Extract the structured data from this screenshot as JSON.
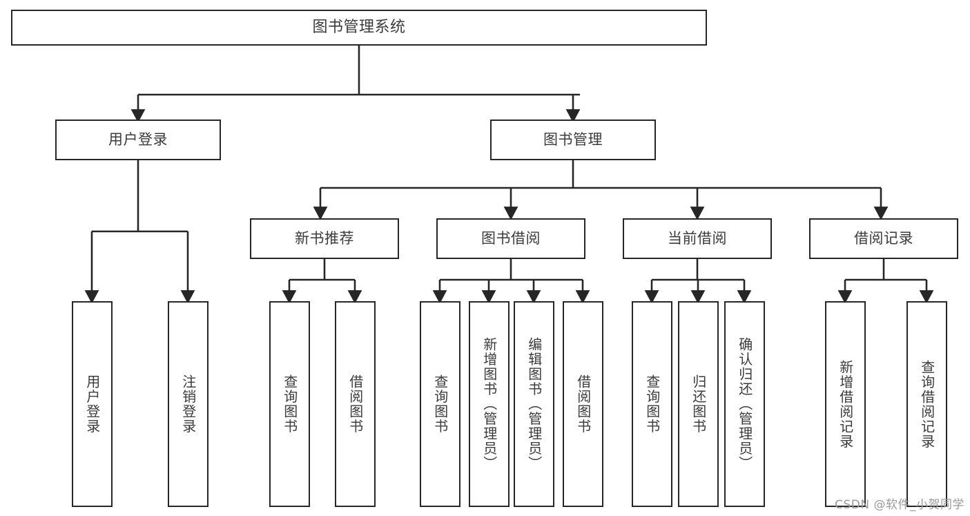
{
  "diagram": {
    "title": "图书管理系统",
    "watermark": "CSDN @软件_小贺同学",
    "colors": {
      "background": "#ffffff",
      "box_border": "#262626",
      "box_fill": "#ffffff",
      "text": "#3b3b3b",
      "connector": "#262626",
      "watermark": "#9a9a9a"
    },
    "root": {
      "label": "图书管理系统"
    },
    "level2": [
      {
        "id": "user-login",
        "label": "用户登录"
      },
      {
        "id": "book-manage",
        "label": "图书管理"
      }
    ],
    "level3": [
      {
        "id": "new-book-recommend",
        "label": "新书推荐"
      },
      {
        "id": "book-borrow",
        "label": "图书借阅"
      },
      {
        "id": "current-borrow",
        "label": "当前借阅"
      },
      {
        "id": "borrow-record",
        "label": "借阅记录"
      }
    ],
    "leaves": {
      "user_login": [
        {
          "id": "leaf-user-login",
          "label": "用户登录"
        },
        {
          "id": "leaf-logout-login",
          "label": "注销登录"
        }
      ],
      "new_book_recommend": [
        {
          "id": "leaf-query-book-1",
          "label": "查询图书"
        },
        {
          "id": "leaf-borrow-book-1",
          "label": "借阅图书"
        }
      ],
      "book_borrow": [
        {
          "id": "leaf-query-book-2",
          "label": "查询图书"
        },
        {
          "id": "leaf-add-book",
          "label": "新增图书（管理员）"
        },
        {
          "id": "leaf-edit-book",
          "label": "编辑图书（管理员）"
        },
        {
          "id": "leaf-borrow-book-2",
          "label": "借阅图书"
        }
      ],
      "current_borrow": [
        {
          "id": "leaf-query-book-3",
          "label": "查询图书"
        },
        {
          "id": "leaf-return-book",
          "label": "归还图书"
        },
        {
          "id": "leaf-confirm-return",
          "label": "确认归还（管理员）"
        }
      ],
      "borrow_record": [
        {
          "id": "leaf-add-record",
          "label": "新增借阅记录"
        },
        {
          "id": "leaf-query-record",
          "label": "查询借阅记录"
        }
      ]
    }
  }
}
